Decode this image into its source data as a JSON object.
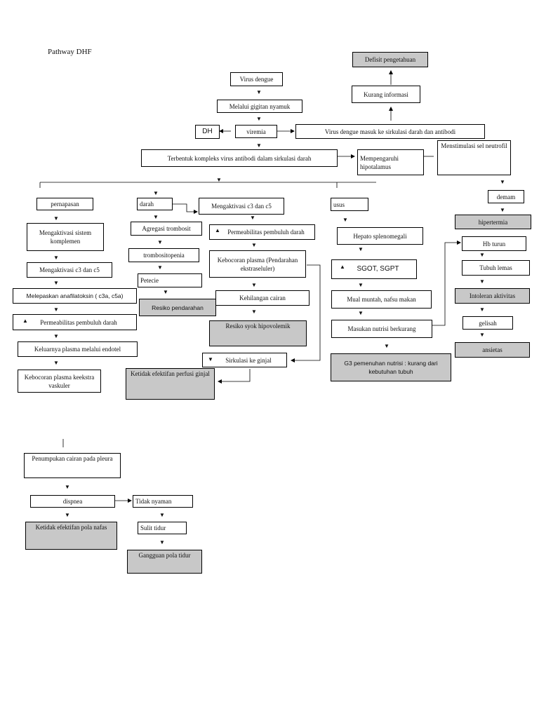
{
  "title": "Pathway DHF",
  "nodes": {
    "defisit": "Defisit pengetahuan",
    "kurang_info": "Kurang informasi",
    "virus_dengue": "Virus dengue",
    "melalui_gigitan": "Melalui gigitan nyamuk",
    "dh": "DH",
    "viremia": "viremia",
    "virus_masuk": "Virus dengue masuk ke sirkulasi darah dan antibodi",
    "kompleks": "Terbentuk kompleks virus antibodi dalam sirkulasi darah",
    "mempengaruhi": "Mempengaruhi hipotalamus",
    "menstimulasi": "Menstimulasi sel neutrofil",
    "demam": "demam",
    "hipertermia": "hipertermia",
    "pernapasan": "pernapasan",
    "aktivasi_komplemen": "Mengaktivasi sistem komplemen",
    "aktivasi_c3c5_left": "Mengaktivasi c3 dan c5",
    "anafilatoksin": "Melepaskan anafilatoksin ( c3a, c5a)",
    "permeabilitas_left": "Permeabilitas pembuluh darah",
    "keluarnya_plasma": "Keluarnya plasma melalui endotel",
    "kebocoran_plasma_left": "Kebocoran plasma keekstra vaskuler",
    "darah": "darah",
    "aktivasi_c3c5_mid": "Mengaktivasi c3 dan c5",
    "agregasi": "Agregasi trombosit",
    "trombositopenia": "trombositopenia",
    "petecie": "Petecie",
    "resiko_pendarahan": "Resiko pendarahan",
    "permeabilitas_mid": "Permeabilitas pembuluh darah",
    "kebocoran_plasma_mid": "Kebocoran plasma (Pendarahan ekstraseluler)",
    "kehilangan_cairan": "Kehilangan cairan",
    "resiko_syok": "Resiko syok  hipovolemik",
    "sirkulasi_ginjal": "Sirkulasi ke ginjal",
    "ketidak_perfusi": "Ketidak efektifan perfusi ginjal",
    "usus": "usus",
    "hepato": "Hepato splenomegali",
    "sgot": "SGOT, SGPT",
    "mual": "Mual muntah, nafsu makan",
    "masukan_nutrisi": "Masukan nutrisi berkurang",
    "g3_nutrisi": "G3 pemenuhan nutrisi : kurang dari kebutuhan tubuh",
    "hb_turun": "Hb turun",
    "tubuh_lemas": "Tubuh lemas",
    "intoleran": "Intoleran aktivitas",
    "gelisah": "gelisah",
    "ansietas": "ansietas",
    "penumpukan": "Penumpukan cairan pada pleura",
    "dispnea": "dispnea",
    "ketidak_pola_nafas": "Ketidak efektifan pola nafas",
    "tidak_nyaman": "Tidak nyaman",
    "sulit_tidur": "Sulit tidur",
    "gangguan_tidur": "Gangguan pola tidur"
  },
  "colors": {
    "border": "#000000",
    "diagnosis_fill": "#c8c8c8"
  }
}
